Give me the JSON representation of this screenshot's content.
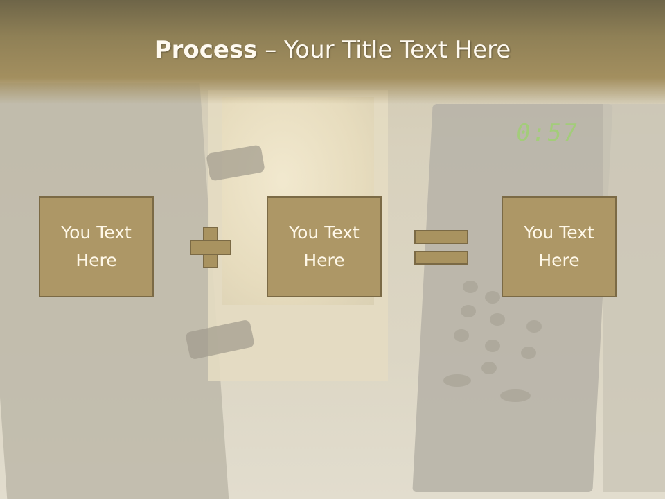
{
  "slide": {
    "title_bold": "Process",
    "title_rest": " – Your Title Text Here",
    "clock_display": "0:57",
    "boxes": [
      {
        "text": "You Text Here"
      },
      {
        "text": "You Text Here"
      },
      {
        "text": "You Text Here"
      }
    ],
    "colors": {
      "title_band": "#8f8056",
      "box_fill": "#ad9766",
      "box_border": "#7b6a45",
      "text_light": "#fff8e8"
    }
  }
}
